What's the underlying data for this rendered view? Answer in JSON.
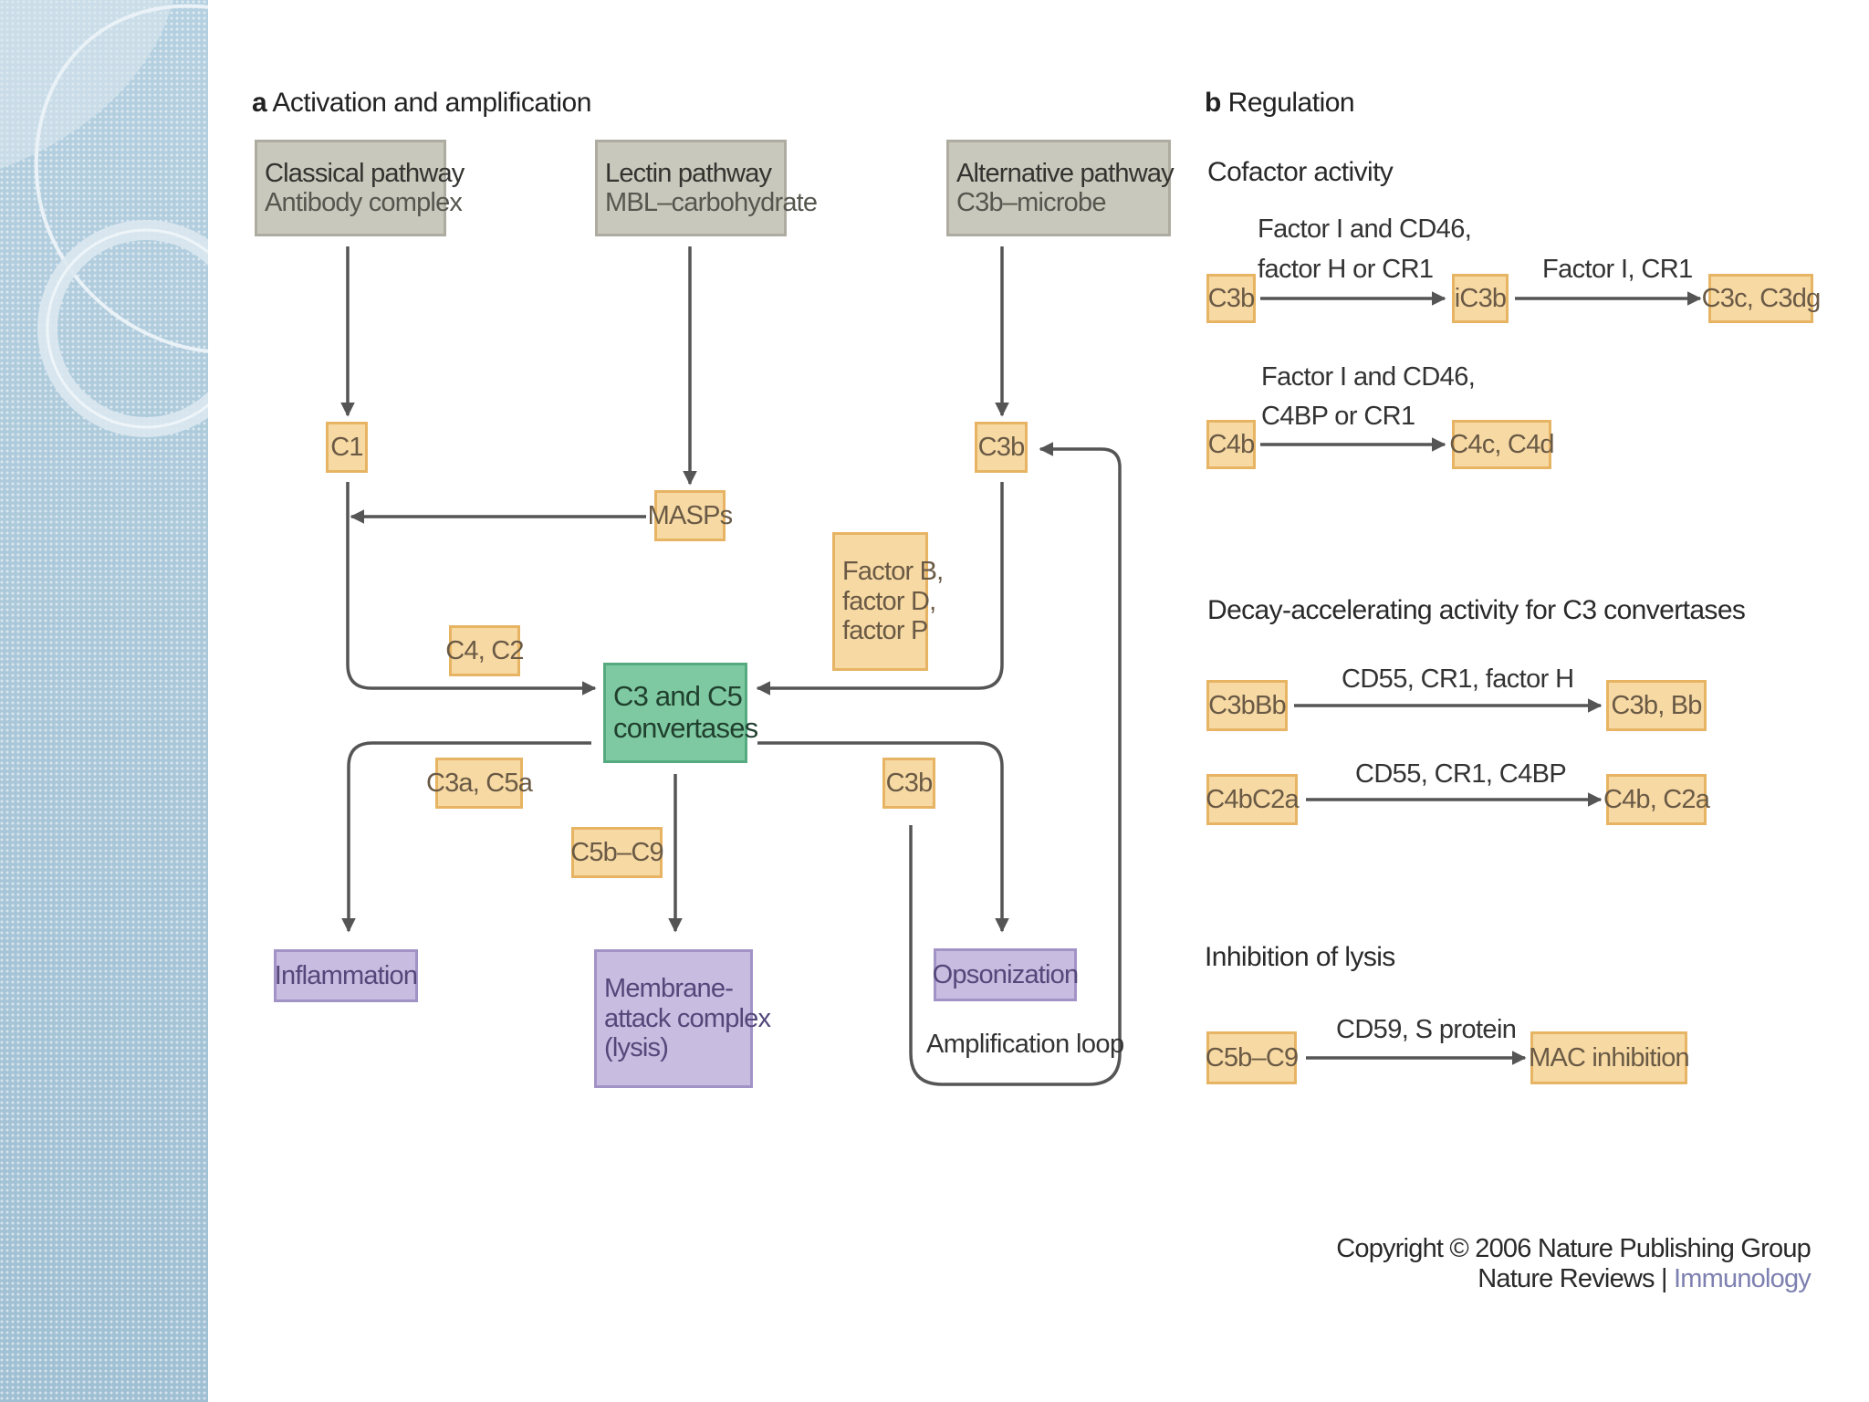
{
  "colors": {
    "sidebar": "#a9c6d8",
    "pathway_box": "#c9c8bd",
    "component_box": "#f7d9a4",
    "convertase_box": "#7fc9a2",
    "outcome_box": "#c8bce0",
    "arrow": "#555555",
    "journal_accent": "#7d80b0"
  },
  "panel_a": {
    "letter": "a",
    "title": "Activation and amplification",
    "pathways": [
      {
        "name": "Classical pathway",
        "trigger": "Antibody complex"
      },
      {
        "name": "Lectin pathway",
        "trigger": "MBL–carbohydrate"
      },
      {
        "name": "Alternative pathway",
        "trigger": "C3b–microbe"
      }
    ],
    "c1": "C1",
    "masps": "MASPs",
    "c3b_top": "C3b",
    "factors": [
      "Factor B,",
      "factor D,",
      "factor P"
    ],
    "c4c2": "C4, C2",
    "convertases": [
      "C3 and C5",
      "convertases"
    ],
    "c3a_c5a": "C3a, C5a",
    "c5b_c9": "C5b–C9",
    "c3b_mid": "C3b",
    "outcomes": {
      "inflammation": "Inflammation",
      "mac": [
        "Membrane-",
        "attack complex",
        "(lysis)"
      ],
      "opsonization": "Opsonization"
    },
    "amplification_loop": "Amplification loop"
  },
  "panel_b": {
    "letter": "b",
    "title": "Regulation",
    "cofactor": {
      "title": "Cofactor activity",
      "row1": {
        "from": "C3b",
        "label1": [
          "Factor I and CD46,",
          "factor H or CR1"
        ],
        "mid": "iC3b",
        "label2": "Factor I, CR1",
        "to": "C3c, C3dg"
      },
      "row2": {
        "from": "C4b",
        "label": [
          "Factor I and CD46,",
          "C4BP or CR1"
        ],
        "to": "C4c, C4d"
      }
    },
    "decay": {
      "title": "Decay-accelerating activity for C3 convertases",
      "row1": {
        "from": "C3bBb",
        "label": "CD55, CR1, factor H",
        "to": "C3b, Bb"
      },
      "row2": {
        "from": "C4bC2a",
        "label": "CD55, CR1, C4BP",
        "to": "C4b, C2a"
      }
    },
    "lysis": {
      "title": "Inhibition of lysis",
      "row": {
        "from": "C5b–C9",
        "label": "CD59, S protein",
        "to": "MAC inhibition"
      }
    }
  },
  "copyright": {
    "line1": "Copyright © 2006 Nature Publishing Group",
    "journal": "Nature Reviews",
    "separator": "|",
    "section": "Immunology"
  }
}
